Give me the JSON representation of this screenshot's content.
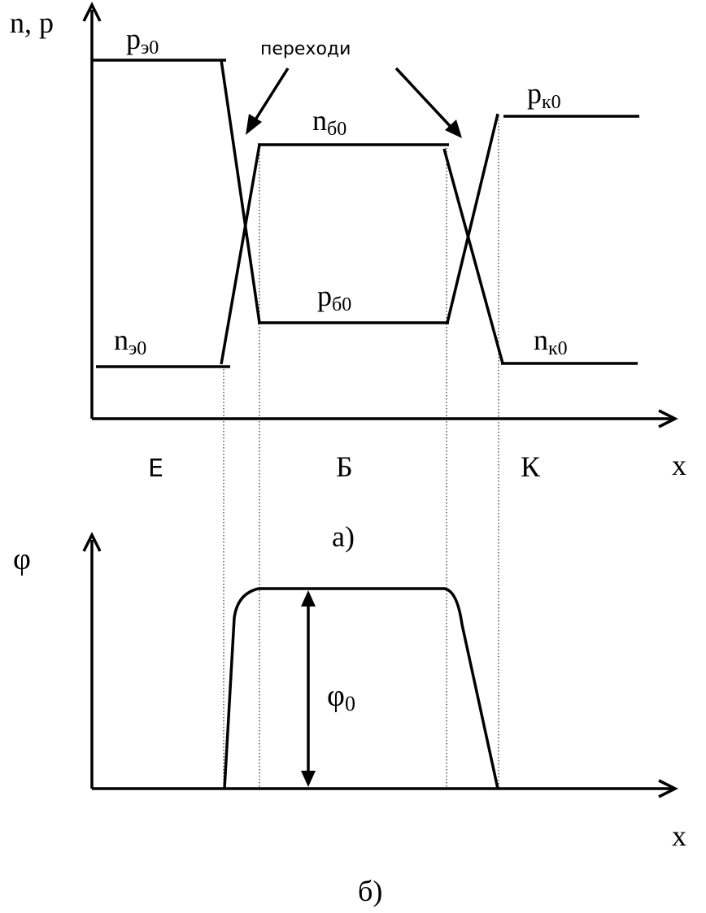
{
  "top_chart": {
    "y_axis_label": "n, p",
    "x_axis_label": "x",
    "caption": "а)",
    "annotation": "переходи",
    "regions": {
      "emitter": "Е",
      "base": "Б",
      "collector": "К"
    },
    "curve_labels": {
      "p_emitter": {
        "base": "p",
        "sub": "э0"
      },
      "n_emitter": {
        "base": "n",
        "sub": "э0"
      },
      "n_base": {
        "base": "n",
        "sub": "б0"
      },
      "p_base": {
        "base": "p",
        "sub": "б0"
      },
      "p_collector": {
        "base": "p",
        "sub": "к0"
      },
      "n_collector": {
        "base": "n",
        "sub": "к0"
      }
    }
  },
  "bottom_chart": {
    "y_axis_label": "φ",
    "x_axis_label": "x",
    "caption": "б)",
    "potential_label": {
      "base": "φ",
      "sub": "0"
    }
  }
}
